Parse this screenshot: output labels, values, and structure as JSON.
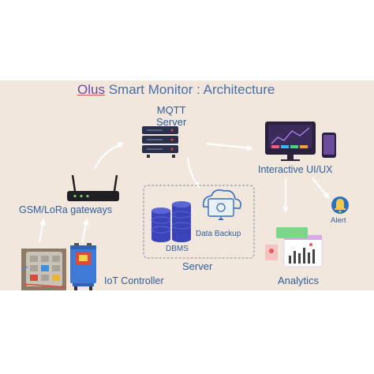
{
  "title": {
    "brand": "Olus",
    "rest": " Smart Monitor  :  Architecture"
  },
  "nodes": {
    "mqtt_line1": "MQTT",
    "mqtt_line2": "Server",
    "gateway": "GSM/LoRa  gateways",
    "interactive": "Interactive UI/UX",
    "alert": "Alert",
    "dbms": "DBMS",
    "backup": "Data Backup",
    "server": "Server",
    "analytics": "Analytics",
    "iot": "IoT Controller"
  },
  "icons": [
    "server-rack-icon",
    "router-icon",
    "monitor-icon",
    "phone-icon",
    "bell-icon",
    "database-icon",
    "cloud-backup-icon",
    "analytics-dashboard-icon",
    "iot-box-icon",
    "circuit-board-photo"
  ],
  "colors": {
    "background": "#f1e7dd",
    "label": "#2f5d9e",
    "arrow": "#ffffff",
    "alert": "#2f6fc0",
    "database": "#3a44b8"
  }
}
